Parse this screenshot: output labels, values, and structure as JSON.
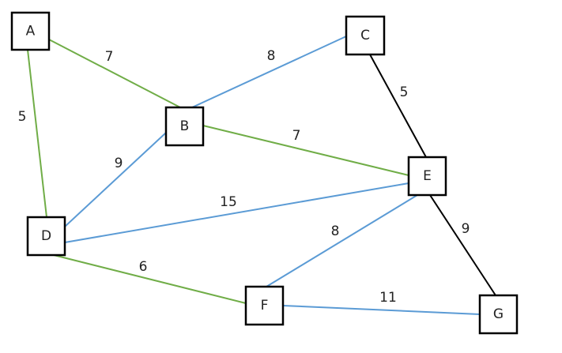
{
  "diagram": {
    "type": "weighted-undirected-graph",
    "nodes": [
      {
        "id": "A",
        "label": "A"
      },
      {
        "id": "B",
        "label": "B"
      },
      {
        "id": "C",
        "label": "C"
      },
      {
        "id": "D",
        "label": "D"
      },
      {
        "id": "E",
        "label": "E"
      },
      {
        "id": "F",
        "label": "F"
      },
      {
        "id": "G",
        "label": "G"
      }
    ],
    "edges": [
      {
        "from": "A",
        "to": "B",
        "weight": "7",
        "color": "#70ad47"
      },
      {
        "from": "A",
        "to": "D",
        "weight": "5",
        "color": "#70ad47"
      },
      {
        "from": "B",
        "to": "C",
        "weight": "8",
        "color": "#5b9bd5"
      },
      {
        "from": "B",
        "to": "E",
        "weight": "7",
        "color": "#70ad47"
      },
      {
        "from": "B",
        "to": "D",
        "weight": "9",
        "color": "#5b9bd5"
      },
      {
        "from": "C",
        "to": "E",
        "weight": "5",
        "color": "#000000"
      },
      {
        "from": "D",
        "to": "E",
        "weight": "15",
        "color": "#5b9bd5"
      },
      {
        "from": "D",
        "to": "F",
        "weight": "6",
        "color": "#70ad47"
      },
      {
        "from": "E",
        "to": "F",
        "weight": "8",
        "color": "#5b9bd5"
      },
      {
        "from": "E",
        "to": "G",
        "weight": "9",
        "color": "#000000"
      },
      {
        "from": "F",
        "to": "G",
        "weight": "11",
        "color": "#5b9bd5"
      }
    ],
    "legend_colors": {
      "green": "#70ad47",
      "blue": "#5b9bd5",
      "black": "#000000"
    }
  }
}
